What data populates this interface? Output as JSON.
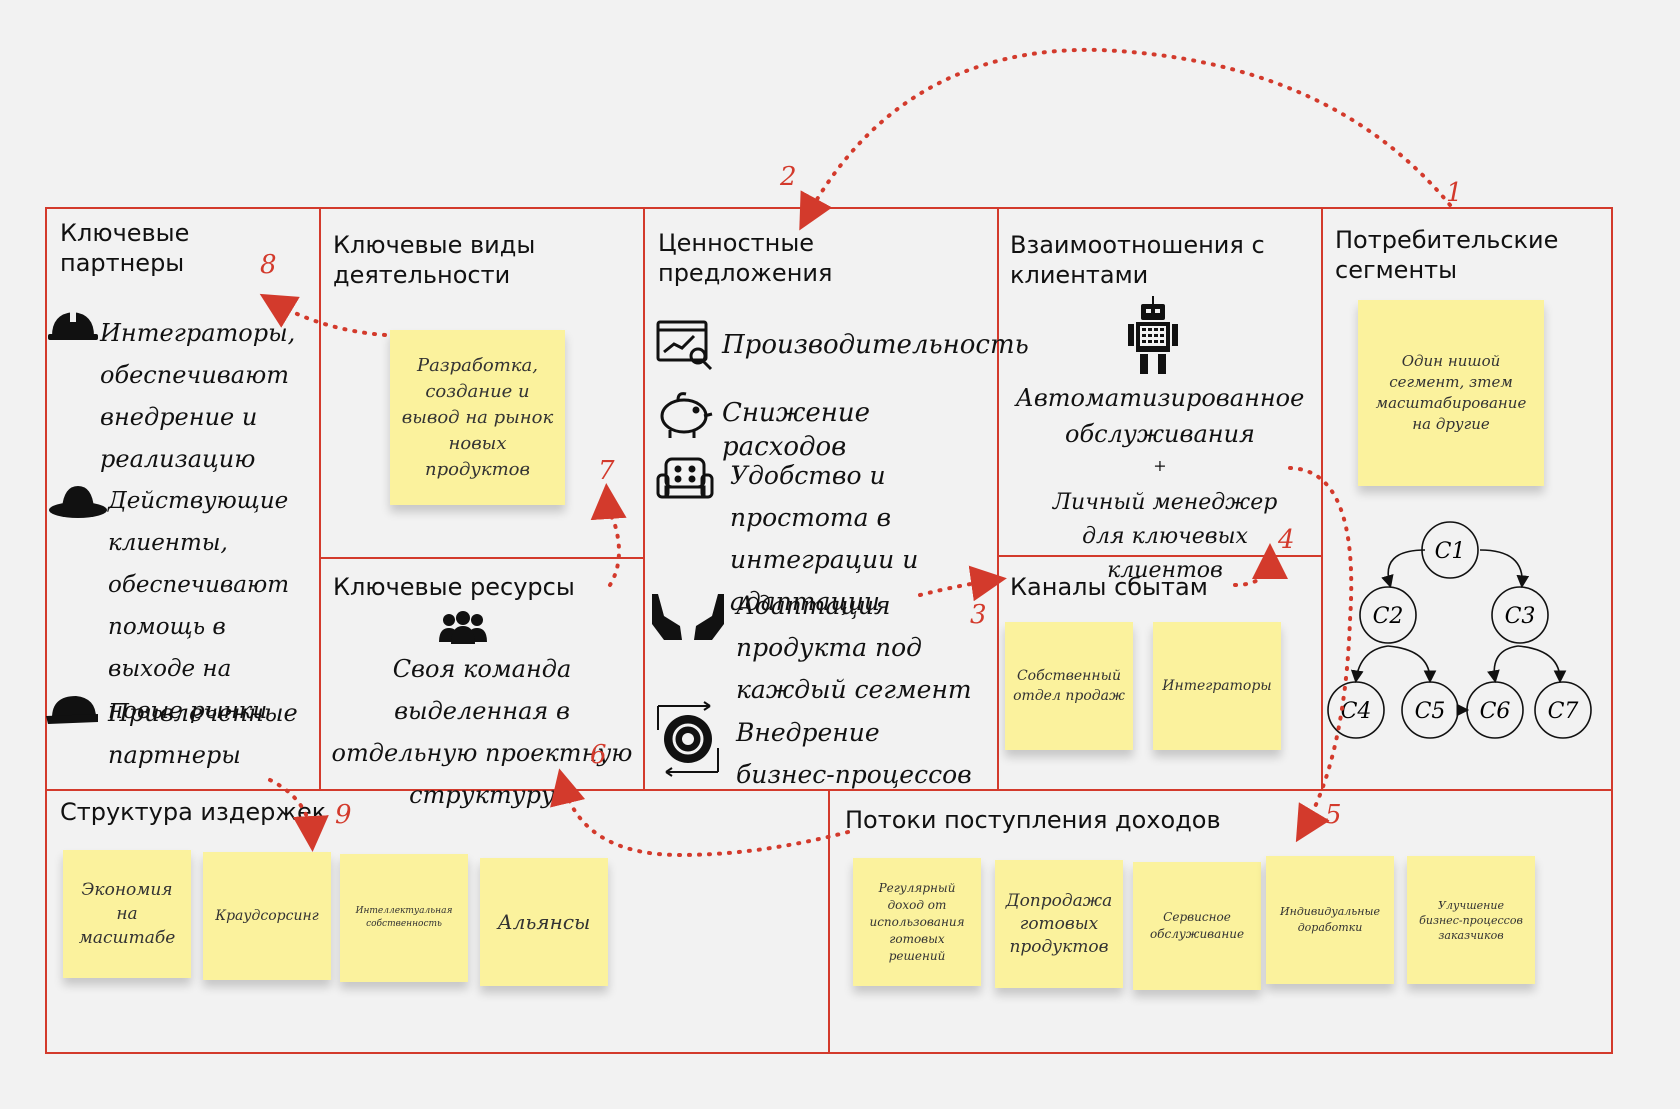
{
  "sections": {
    "key_partners": {
      "title": "Ключевые партнеры",
      "items": [
        {
          "icon": "hardhat-icon",
          "text": "Интеграторы, обеспечивают внедрение и реализацию"
        },
        {
          "icon": "cowboy-hat-icon",
          "text": "Действующие клиенты, обеспечивают помощь в выходе на новые рынки"
        },
        {
          "icon": "cap-icon",
          "text": "Привлеченные партнеры"
        }
      ]
    },
    "key_activities": {
      "title": "Ключевые виды деятельности",
      "note": "Разработка, создание и вывод на рынок новых продуктов"
    },
    "key_resources": {
      "title": "Ключевые ресурсы",
      "icon": "team-icon",
      "text": "Своя команда выделенная в отдельную проектную структуру"
    },
    "value_propositions": {
      "title": "Ценностные предложения",
      "items": [
        {
          "icon": "analytics-icon",
          "text": "Производительность"
        },
        {
          "icon": "piggy-bank-icon",
          "text": "Снижение расходов"
        },
        {
          "icon": "armchair-icon",
          "text": "Удобство и простота в интеграции и адаптации"
        },
        {
          "icon": "hands-icon",
          "text": "Адаптация продукта под каждый сегмент"
        },
        {
          "icon": "gear-icon",
          "text": "Внедрение бизнес-процессов"
        }
      ]
    },
    "customer_relationships": {
      "title": "Взаимоотношения с клиентами",
      "icon": "robot-icon",
      "line1": "Автоматизированное обслуживания",
      "plus": "+",
      "line2": "Личный менеджер для ключевых клиентов"
    },
    "channels": {
      "title": "Каналы сбытам",
      "notes": [
        "Собственный отдел продаж",
        "Интеграторы"
      ]
    },
    "customer_segments": {
      "title": "Потребительские сегменты",
      "note": "Один нишой сегмент, зтем масштабирование на другие",
      "tree": [
        "C1",
        "C2",
        "C3",
        "C4",
        "C5",
        "C6",
        "C7"
      ]
    },
    "cost_structure": {
      "title": "Структура издержек",
      "notes": [
        "Экономия на масштабе",
        "Краудсорсинг",
        "Интеллектуальная собственность",
        "Альянсы"
      ]
    },
    "revenue_streams": {
      "title": "Потоки поступления доходов",
      "notes": [
        "Регулярный доход от использования готовых решений",
        "Допродажа готовых продуктов",
        "Сервисное обслуживание",
        "Индивидуальные доработки",
        "Улучшение бизнес-процессов заказчиков"
      ]
    }
  },
  "flow_numbers": [
    "1",
    "2",
    "3",
    "4",
    "5",
    "6",
    "7",
    "8",
    "9"
  ],
  "colors": {
    "accent": "#d33a2c",
    "note": "#fbf29d",
    "background": "#f2f2f2"
  }
}
